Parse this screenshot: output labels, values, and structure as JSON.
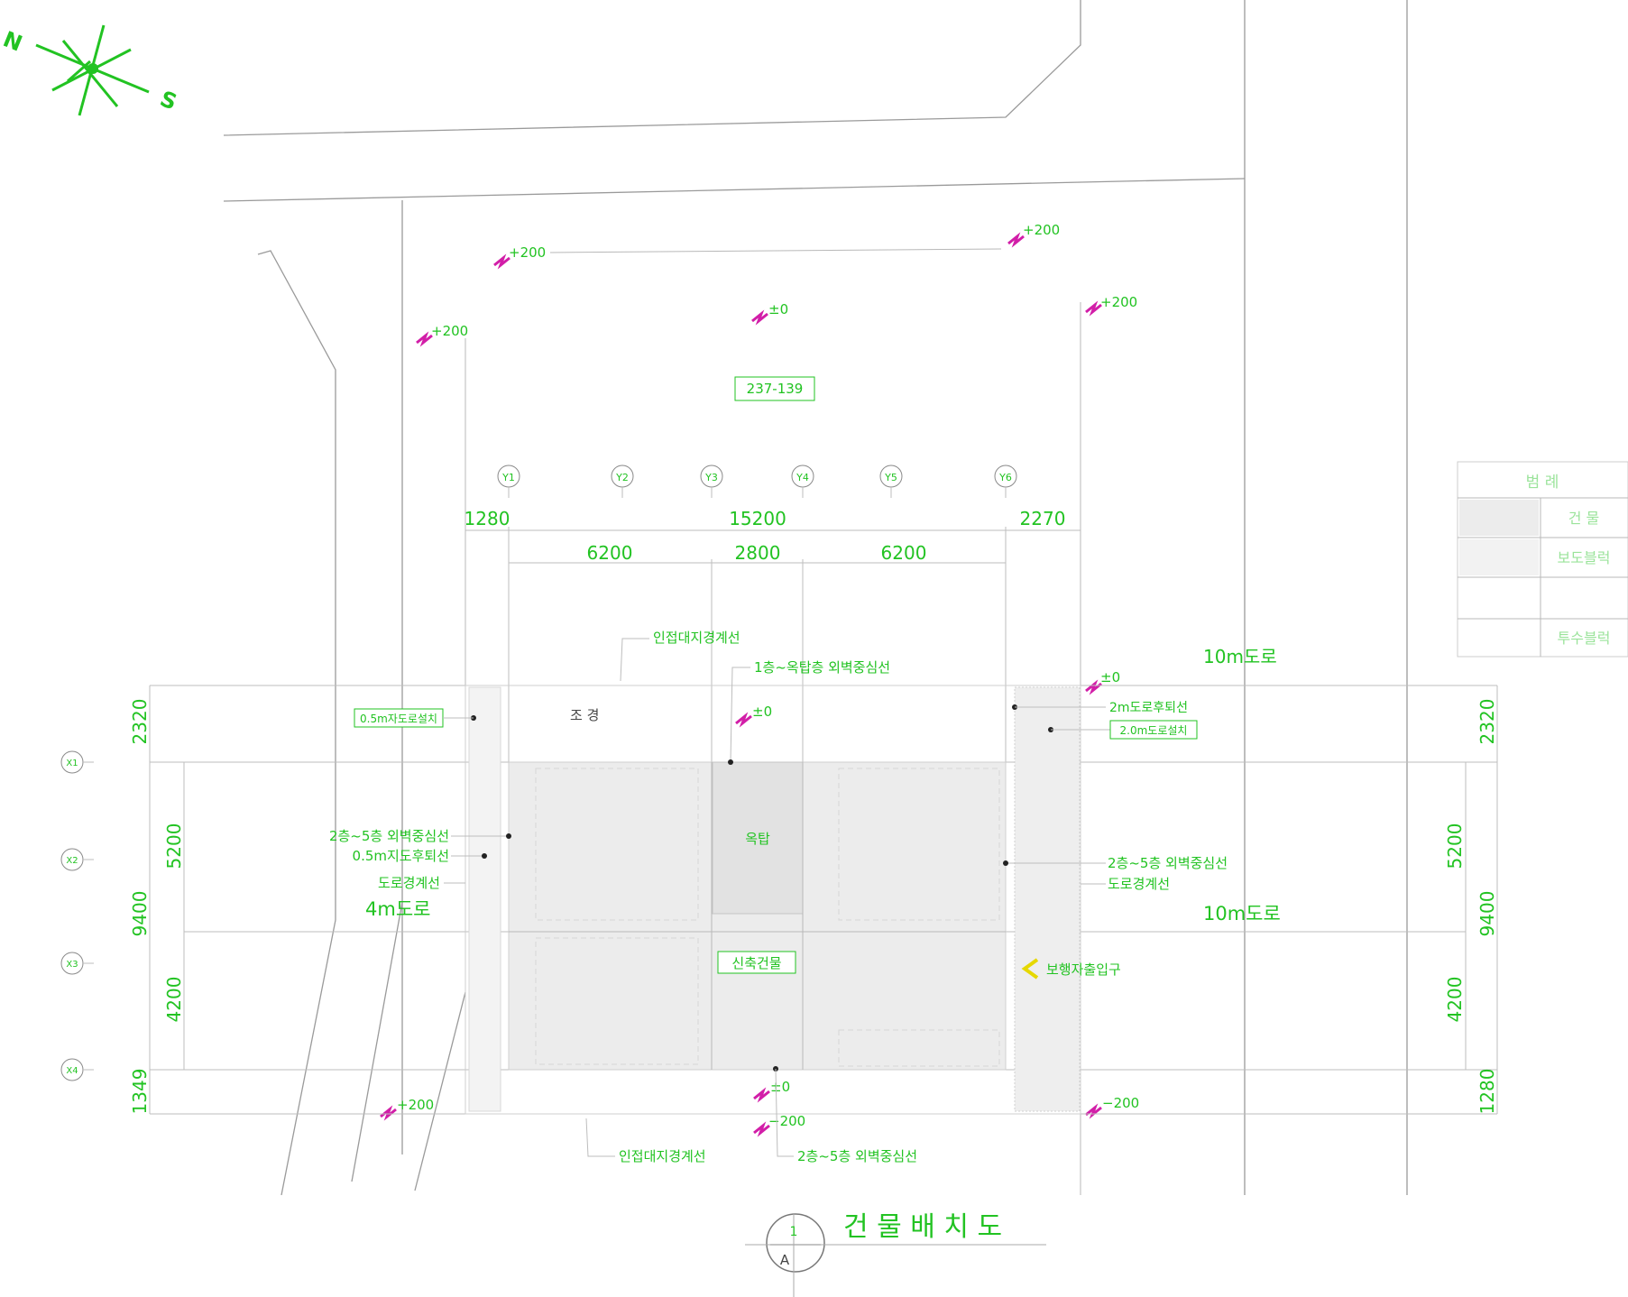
{
  "colors": {
    "label": "#22c322",
    "level_mark": "#d21ea8",
    "line": "#9a9a9a",
    "arrow": "#e6d800"
  },
  "compass": {
    "north": "N",
    "south": "S"
  },
  "lot_label": "237-139",
  "axes_x": [
    "Y1",
    "Y2",
    "Y3",
    "Y4",
    "Y5",
    "Y6"
  ],
  "axes_y": [
    "X1",
    "X2",
    "X3",
    "X4"
  ],
  "dims_top": {
    "left": "1280",
    "total": "15200",
    "right": "2270",
    "bay1": "6200",
    "bay2": "2800",
    "bay3": "6200"
  },
  "dims_left": {
    "top": "2320",
    "bay1": "5200",
    "bay2": "4200",
    "total": "9400",
    "bottom": "1349"
  },
  "dims_right": {
    "top": "2320",
    "bay1": "5200",
    "bay2": "4200",
    "total": "9400",
    "bottom": "1280"
  },
  "levels": {
    "a": "+200",
    "b": "+200",
    "c": "±0",
    "d": "+200",
    "e": "+200",
    "f": "±0",
    "g": "±0",
    "h": "+200",
    "i": "±0",
    "j": "−200",
    "k": "−200"
  },
  "roads": {
    "top_right": "10m도로",
    "right": "10m도로",
    "left": "4m도로"
  },
  "notes": {
    "adjacent_top": "인접대지경계선",
    "first_floor": "1층~옥탑층 외벽중심선",
    "setback_left": "0.5m자도로설치",
    "road_right_line": "2m도로후퇴선",
    "setback_right": "2.0m도로설치",
    "wall_left_1": "2층~5층 외벽중심선",
    "wall_left_2": "0.5m지도후퇴선",
    "boundary_left": "도로경계선",
    "wall_right_1": "2층~5층 외벽중심선",
    "boundary_right": "도로경계선",
    "entrance": "보행자출입구",
    "adjacent_bottom": "인접대지경계선",
    "wall_bottom": "2층~5층 외벽중심선",
    "garden": "조 경",
    "rooftop": "옥탑",
    "new_building": "신축건물"
  },
  "legend": {
    "title": "범 례",
    "row1": "건 물",
    "row2": "보도블럭",
    "row4": "투수블럭"
  },
  "title": {
    "text": "건 물 배 치 도",
    "number": "1",
    "sheet": "A"
  }
}
